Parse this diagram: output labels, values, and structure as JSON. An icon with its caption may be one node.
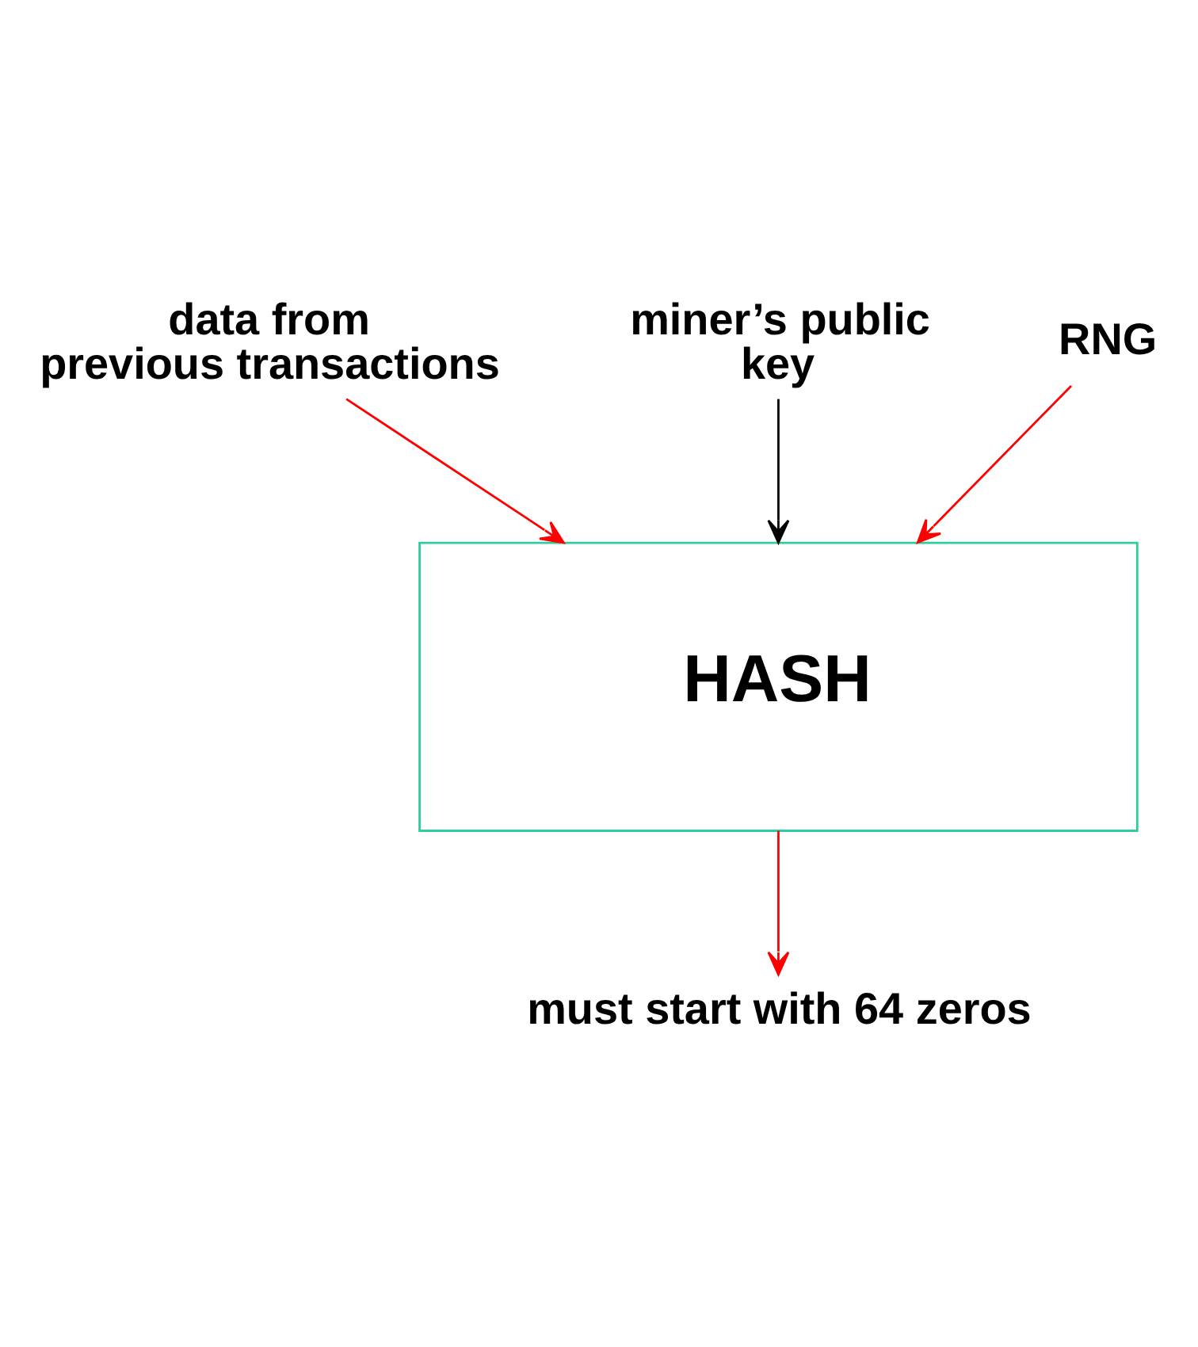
{
  "diagram": {
    "nodes": [
      {
        "text": [
          "data from previous transactions"
        ]
      },
      {
        "text": [
          "miner’s public key"
        ]
      },
      {
        "text": [
          "RNG"
        ]
      },
      {
        "text": [
          "HASH"
        ]
      },
      {
        "text": [
          "must start with 64 zeros"
        ]
      }
    ],
    "edges": [
      {
        "from": 0,
        "to": 3,
        "arrow": "to"
      },
      {
        "from": 1,
        "to": 3,
        "arrow": "to",
        "color": "#000000"
      },
      {
        "from": 2,
        "to": 3,
        "arrow": "to"
      },
      {
        "from": 3,
        "to": 4,
        "arrow": "to"
      }
    ]
  }
}
